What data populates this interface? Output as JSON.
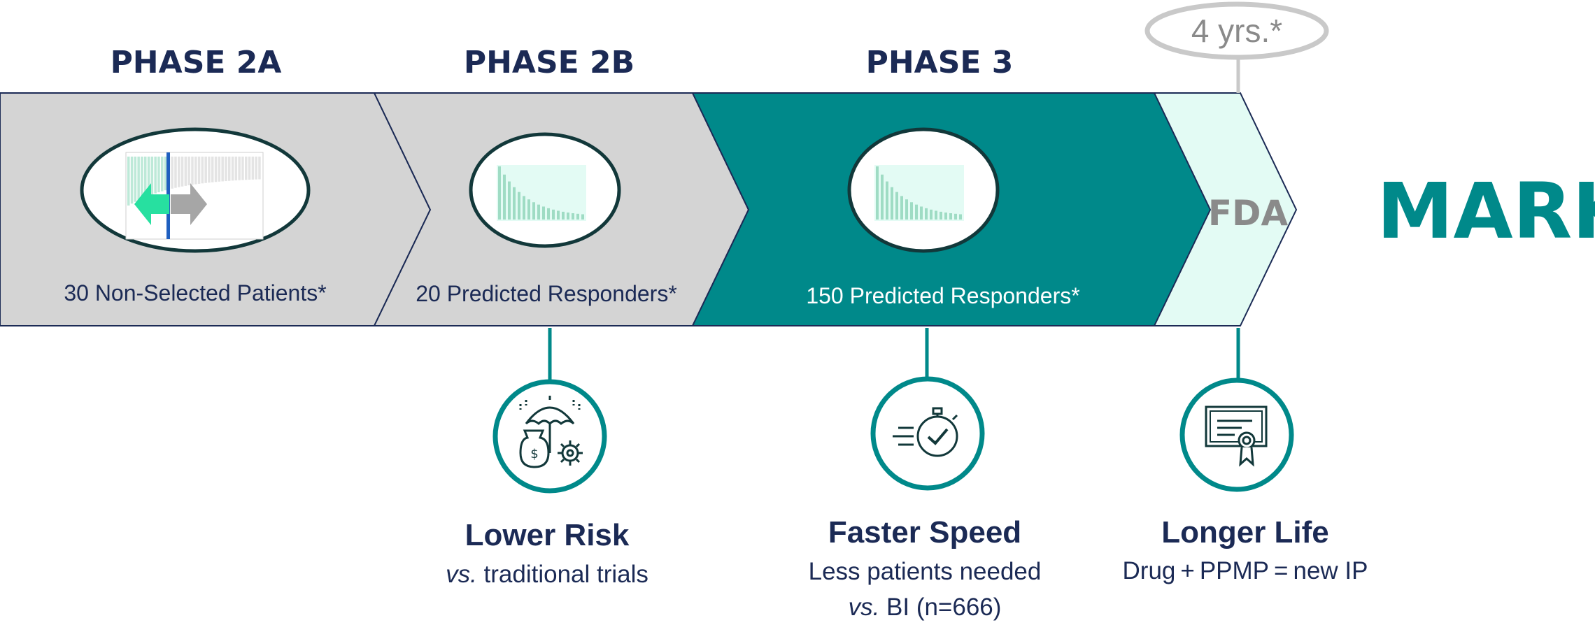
{
  "phases": [
    {
      "title": "PHASE 2A",
      "caption": "30 Non-Selected Patients*"
    },
    {
      "title": "PHASE 2B",
      "caption": "20 Predicted Responders*"
    },
    {
      "title": "PHASE 3",
      "caption": "150 Predicted Responders*"
    }
  ],
  "fda_label": "FDA",
  "market_label": "MARKET",
  "bubble_label": "4 yrs.*",
  "benefits": [
    {
      "title": "Lower Risk",
      "line1_em": "vs.",
      "line1_rest": " traditional trials",
      "line2": "",
      "icon": "risk-umbrella-money-gear-icon"
    },
    {
      "title": "Faster Speed",
      "line1": "Less patients needed",
      "line2_em": "vs.",
      "line2_rest": " BI (n=666)",
      "icon": "stopwatch-check-icon"
    },
    {
      "title": "Longer Life",
      "line1": "Drug + PPMP = new IP",
      "icon": "certificate-icon"
    }
  ],
  "colors": {
    "navy": "#1b2a55",
    "teal": "#00898a",
    "gray_band": "#d4d4d4",
    "mint": "#e3fbf4"
  }
}
